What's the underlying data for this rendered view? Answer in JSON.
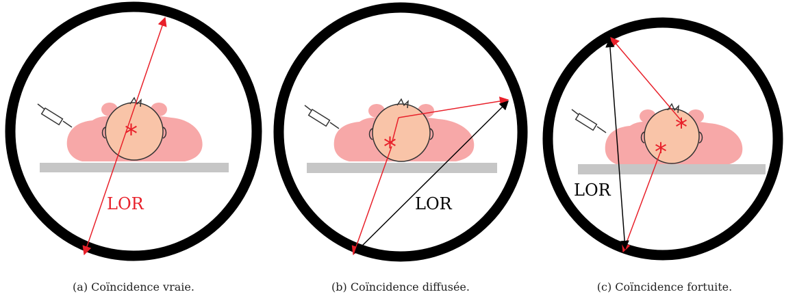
{
  "colors": {
    "ring": "#000000",
    "patient_body": "#f7a8a8",
    "head_fill": "#f9c4a8",
    "table": "#c6c6c6",
    "photon_true": "#e8202a",
    "lor_scatter": "#000000"
  },
  "panels": [
    {
      "id": "a",
      "caption": "(a) Coïncidence vraie.",
      "lor_label": "LOR"
    },
    {
      "id": "b",
      "caption": "(b) Coïncidence diffusée.",
      "lor_label": "LOR"
    },
    {
      "id": "c",
      "caption": "(c) Coïncidence fortuite.",
      "lor_label": "LOR"
    }
  ]
}
